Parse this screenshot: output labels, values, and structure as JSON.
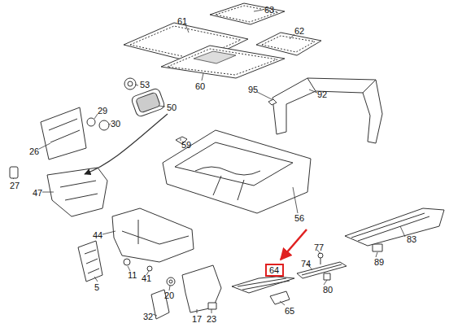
{
  "diagram": {
    "nodes": [
      {
        "text": [
          "64"
        ]
      }
    ],
    "labels": [
      "61",
      "63",
      "62",
      "60",
      "53",
      "50",
      "95",
      "92",
      "29",
      "30",
      "26",
      "59",
      "27",
      "47",
      "56",
      "44",
      "83",
      "77",
      "89",
      "74",
      "5",
      "11",
      "41",
      "20",
      "80",
      "65",
      "32",
      "17",
      "23"
    ]
  }
}
